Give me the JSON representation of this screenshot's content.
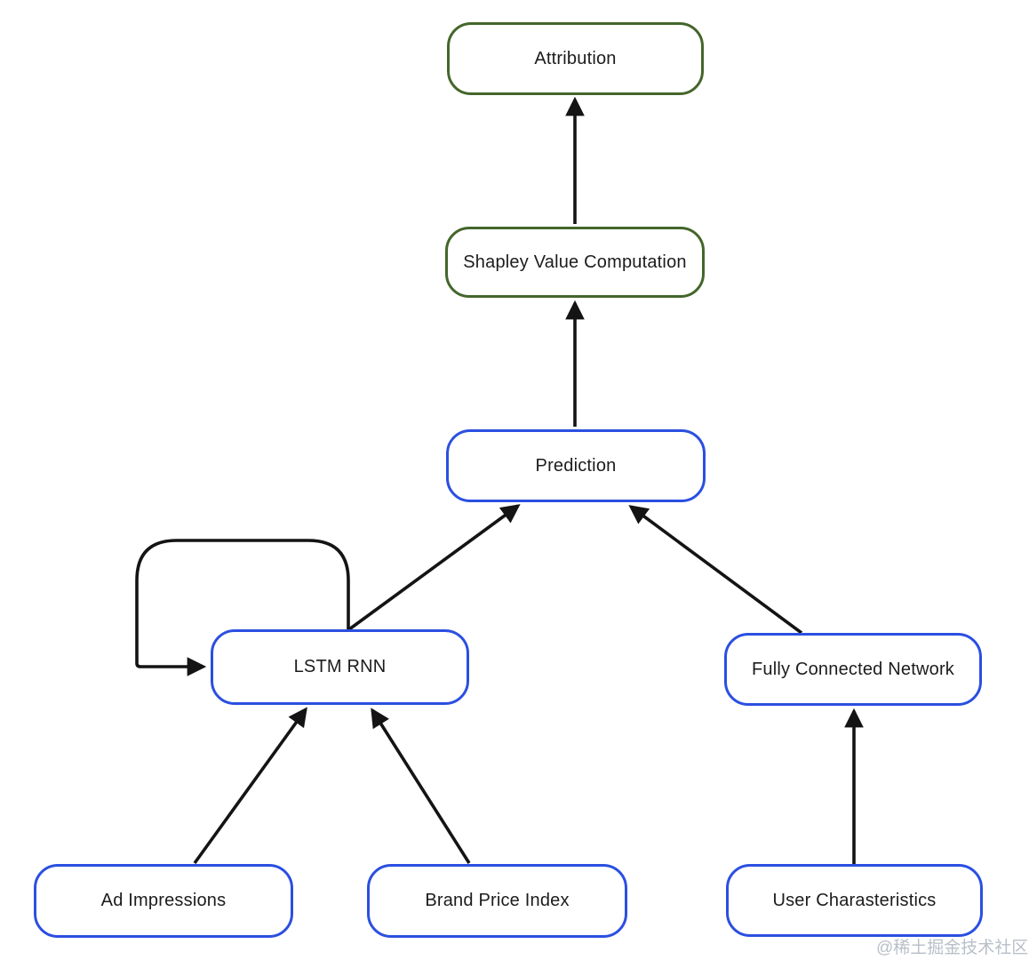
{
  "diagram": {
    "nodes": {
      "attribution": {
        "label": "Attribution",
        "style": "green"
      },
      "shapley": {
        "label": "Shapley Value Computation",
        "style": "green"
      },
      "prediction": {
        "label": "Prediction",
        "style": "blue"
      },
      "lstm": {
        "label": "LSTM RNN",
        "style": "blue"
      },
      "fcn": {
        "label": "Fully Connected Network",
        "style": "blue"
      },
      "ad_impressions": {
        "label": "Ad Impressions",
        "style": "blue"
      },
      "brand_price_index": {
        "label": "Brand Price Index",
        "style": "blue"
      },
      "user_characteristics": {
        "label": "User Charasteristics",
        "style": "blue"
      }
    },
    "edges": [
      {
        "from": "shapley",
        "to": "attribution"
      },
      {
        "from": "prediction",
        "to": "shapley"
      },
      {
        "from": "lstm",
        "to": "prediction"
      },
      {
        "from": "fcn",
        "to": "prediction"
      },
      {
        "from": "lstm",
        "to": "lstm",
        "type": "self-loop"
      },
      {
        "from": "ad_impressions",
        "to": "lstm"
      },
      {
        "from": "brand_price_index",
        "to": "lstm"
      },
      {
        "from": "user_characteristics",
        "to": "fcn"
      }
    ]
  },
  "colors": {
    "green-border": "#44662a",
    "blue-border": "#2b4fe1",
    "arrow": "#141414",
    "text": "#1c1c1c",
    "watermark": "#b3bac4"
  },
  "watermark": {
    "text": "@稀土掘金技术社区"
  }
}
